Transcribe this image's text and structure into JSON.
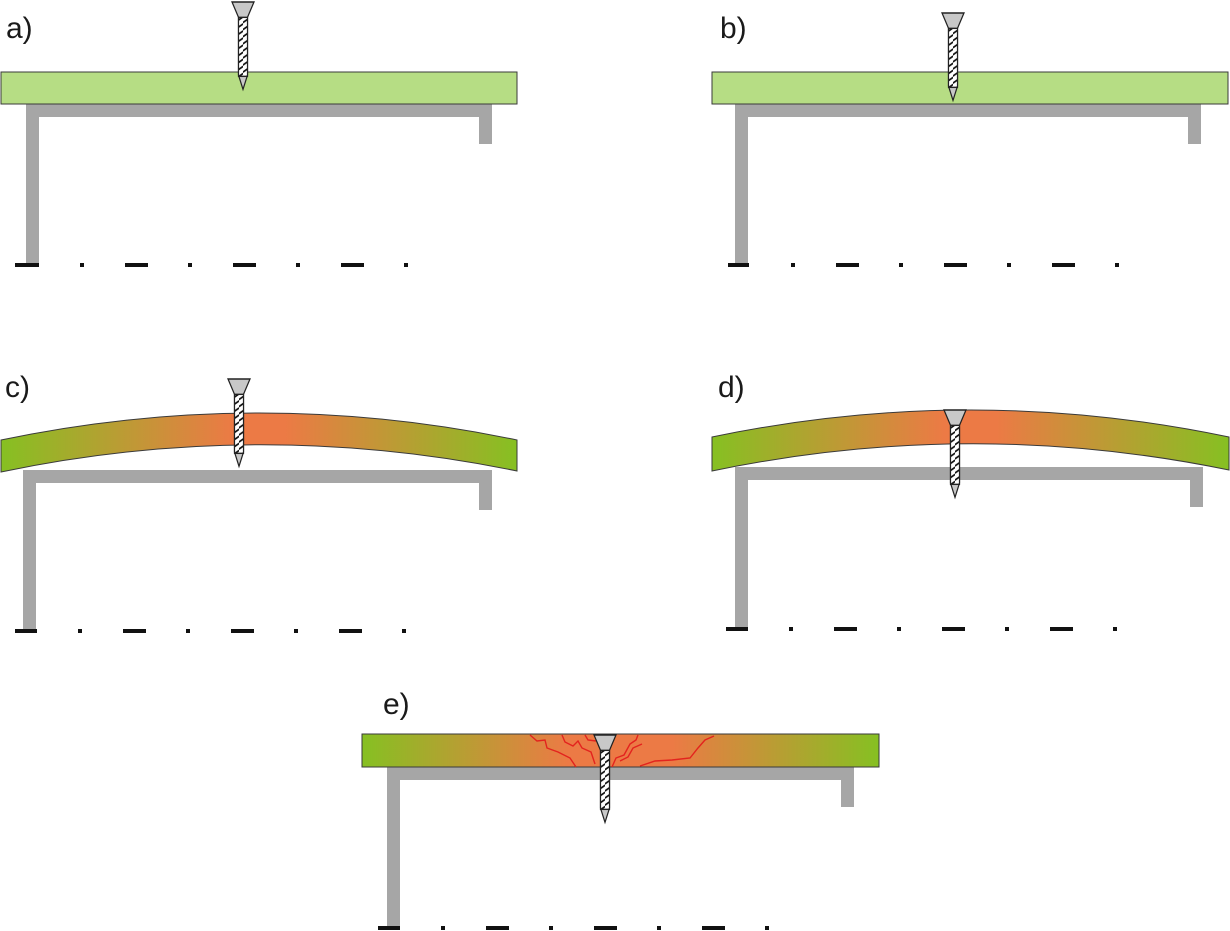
{
  "panels": [
    {
      "label": "a)",
      "board": "flat",
      "screw": "partial",
      "cracks": false
    },
    {
      "label": "b)",
      "board": "flat",
      "screw": "full",
      "cracks": false
    },
    {
      "label": "c)",
      "board": "bowed",
      "screw": "partial",
      "cracks": false
    },
    {
      "label": "d)",
      "board": "bowed",
      "screw": "full",
      "cracks": false
    },
    {
      "label": "e)",
      "board": "flat",
      "screw": "full",
      "cracks": true
    }
  ],
  "colors": {
    "board_green": "#b6dd84",
    "board_outline": "#3a3a3a",
    "gradient_edge_green": "#86c022",
    "gradient_center_orange": "#ec7a45",
    "frame_gray": "#a6a6a6",
    "screw_gray": "#c8c8c8",
    "crack_red": "#e3231e",
    "ground_dash": "#111111"
  }
}
